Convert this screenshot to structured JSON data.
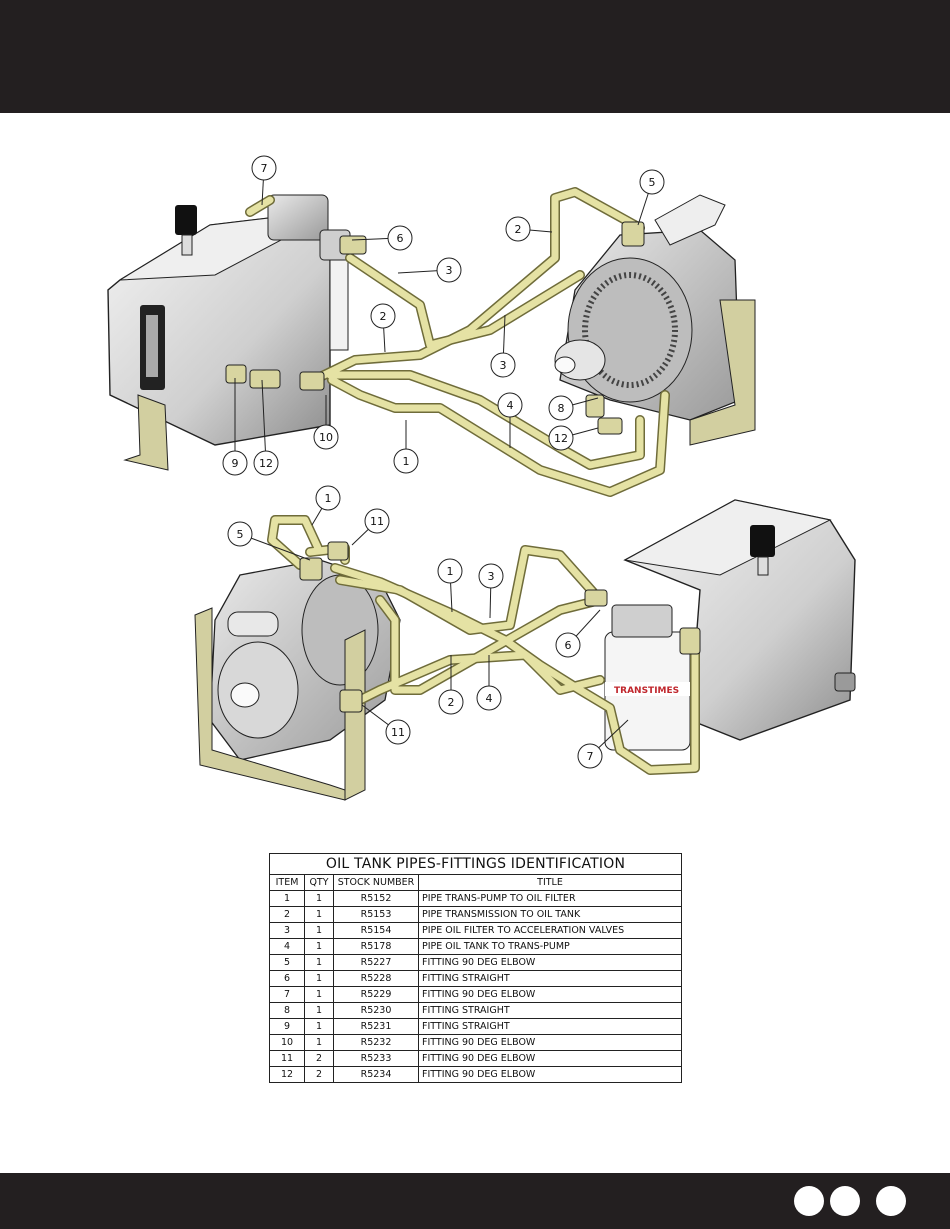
{
  "table": {
    "title": "OIL TANK PIPES-FITTINGS IDENTIFICATION",
    "headers": [
      "ITEM",
      "QTY",
      "STOCK NUMBER",
      "TITLE"
    ],
    "rows": [
      {
        "item": "1",
        "qty": "1",
        "stock": "R5152",
        "title": "PIPE TRANS-PUMP TO OIL FILTER"
      },
      {
        "item": "2",
        "qty": "1",
        "stock": "R5153",
        "title": "PIPE TRANSMISSION TO OIL TANK"
      },
      {
        "item": "3",
        "qty": "1",
        "stock": "R5154",
        "title": "PIPE OIL FILTER TO ACCELERATION VALVES"
      },
      {
        "item": "4",
        "qty": "1",
        "stock": "R5178",
        "title": "PIPE OIL TANK TO TRANS-PUMP"
      },
      {
        "item": "5",
        "qty": "1",
        "stock": "R5227",
        "title": "FITTING 90 DEG ELBOW"
      },
      {
        "item": "6",
        "qty": "1",
        "stock": "R5228",
        "title": "FITTING STRAIGHT"
      },
      {
        "item": "7",
        "qty": "1",
        "stock": "R5229",
        "title": "FITTING 90 DEG ELBOW"
      },
      {
        "item": "8",
        "qty": "1",
        "stock": "R5230",
        "title": "FITTING STRAIGHT"
      },
      {
        "item": "9",
        "qty": "1",
        "stock": "R5231",
        "title": "FITTING STRAIGHT"
      },
      {
        "item": "10",
        "qty": "1",
        "stock": "R5232",
        "title": "FITTING 90 DEG ELBOW"
      },
      {
        "item": "11",
        "qty": "2",
        "stock": "R5233",
        "title": "FITTING 90 DEG ELBOW"
      },
      {
        "item": "12",
        "qty": "2",
        "stock": "R5234",
        "title": "FITTING 90 DEG ELBOW"
      }
    ]
  },
  "balloons_top": [
    "7",
    "6",
    "5",
    "2",
    "3",
    "2",
    "3",
    "4",
    "8",
    "12",
    "10",
    "1",
    "9",
    "12"
  ],
  "balloons_bottom": [
    "1",
    "11",
    "5",
    "1",
    "3",
    "6",
    "2",
    "4",
    "11",
    "7"
  ],
  "filter_label": "TRANSTIMES",
  "colors": {
    "bars": "#231f20",
    "pipe": "#e5e2a4",
    "pipe_edge": "#6f6c3a",
    "metal": "#d7d7d7",
    "bracket": "#d2cfa0"
  }
}
